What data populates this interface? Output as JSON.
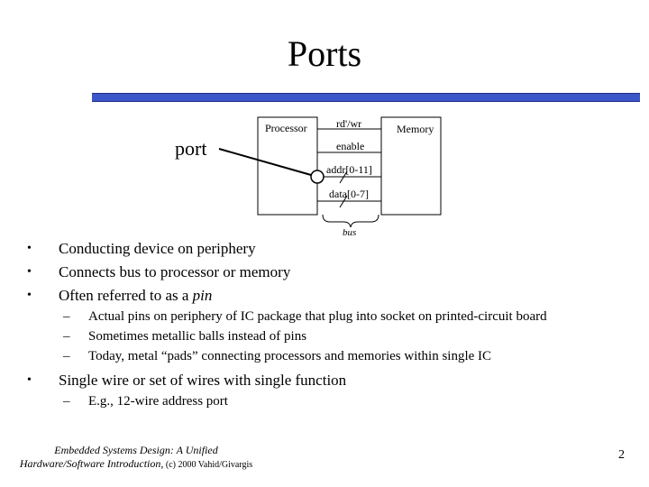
{
  "slide": {
    "title": "Ports",
    "page_number": "2"
  },
  "diagram": {
    "processor_label": "Processor",
    "memory_label": "Memory",
    "port_label": "port",
    "signals": [
      "rd'/wr",
      "enable",
      "addr[0-11]",
      "data[0-7]"
    ],
    "bus_label": "bus",
    "colors": {
      "title_bar": "#3a56c8",
      "title_bar_border": "#20308a"
    }
  },
  "bullets": {
    "b1": "Conducting device on periphery",
    "b2": "Connects bus to processor or memory",
    "b3_text": "Often referred to as a ",
    "b3_italic": "pin",
    "sub1": "Actual pins on periphery of IC package that plug into socket on printed-circuit board",
    "sub2": "Sometimes metallic balls instead of pins",
    "sub3": "Today, metal “pads” connecting processors and memories within single IC",
    "b4": "Single wire or set of wires with single function",
    "sub4": "E.g., 12-wire address port"
  },
  "footer": {
    "line1": "Embedded Systems Design: A Unified",
    "line2_italic": "Hardware/Software Introduction,",
    "line2_small": " (c) 2000 Vahid/Givargis"
  }
}
